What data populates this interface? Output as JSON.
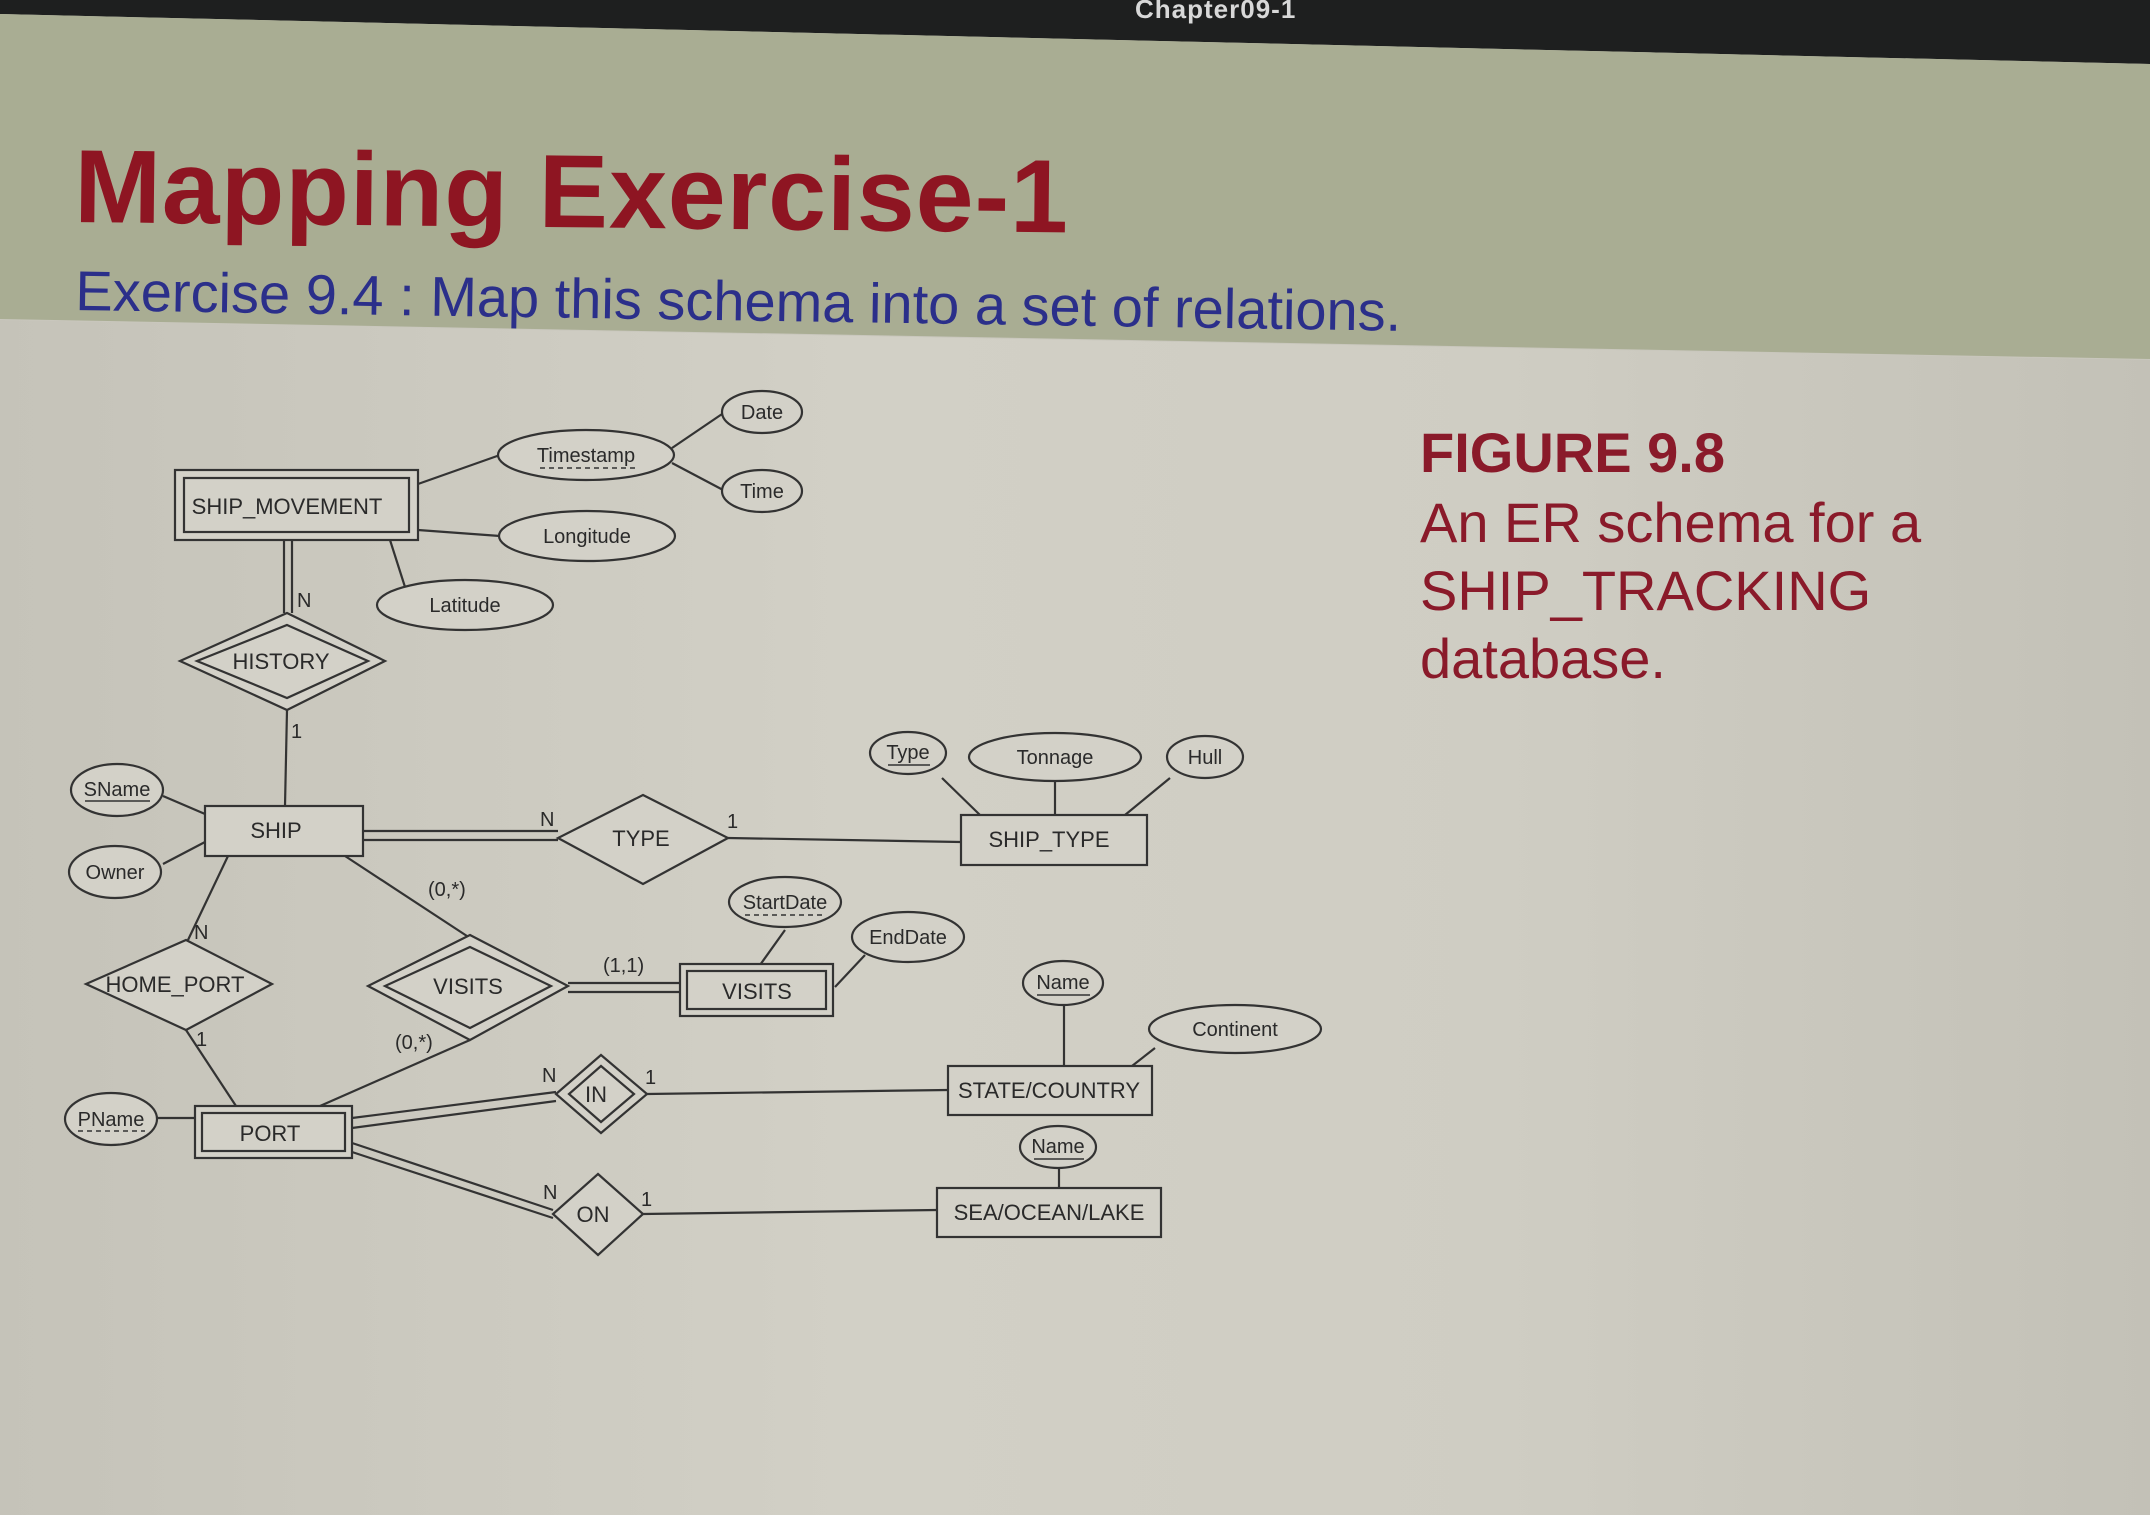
{
  "window": {
    "title": "Chapter09-1"
  },
  "slide": {
    "title": "Mapping Exercise-1",
    "subtitle": "Exercise 9.4 : Map this schema into a set of relations."
  },
  "caption": {
    "label": "FIGURE 9.8",
    "lines": [
      "An ER schema for a",
      "SHIP_TRACKING",
      "database."
    ]
  },
  "colors": {
    "title": "#8e1522",
    "subtitle": "#2b2f8a",
    "caption": "#8a1a2a",
    "header_band": "#a9ad93",
    "topbar": "#1e1f1f"
  },
  "diagram": {
    "entities": {
      "ship_movement": "SHIP_MOVEMENT",
      "ship": "SHIP",
      "ship_type": "SHIP_TYPE",
      "visits": "VISITS",
      "port": "PORT",
      "state_country": "STATE/COUNTRY",
      "sea_ocean_lake": "SEA/OCEAN/LAKE"
    },
    "relationships": {
      "history": "HISTORY",
      "type": "TYPE",
      "home_port": "HOME_PORT",
      "visits": "VISITS",
      "in": "IN",
      "on": "ON"
    },
    "attributes": {
      "date": "Date",
      "time": "Time",
      "timestamp": "Timestamp",
      "longitude": "Longitude",
      "latitude": "Latitude",
      "sname": "SName",
      "owner": "Owner",
      "type": "Type",
      "tonnage": "Tonnage",
      "hull": "Hull",
      "startdate": "StartDate",
      "enddate": "EndDate",
      "sc_name": "Name",
      "continent": "Continent",
      "pname": "PName",
      "sol_name": "Name"
    },
    "cardinalities": {
      "history_n": "N",
      "history_1": "1",
      "type_n": "N",
      "type_1": "1",
      "ship_visits": "(0,*)",
      "visits_visits": "(1,1)",
      "port_visits": "(0,*)",
      "home_port_n": "N",
      "home_port_1": "1",
      "in_n": "N",
      "in_1": "1",
      "on_n": "N",
      "on_1": "1"
    }
  }
}
